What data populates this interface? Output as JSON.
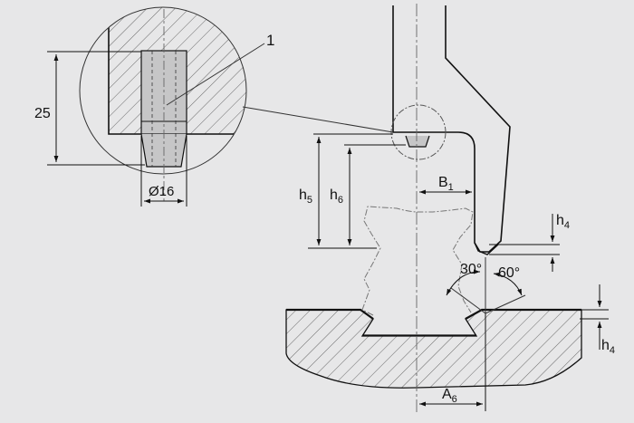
{
  "colors": {
    "background": "#e7e7e8",
    "line": "#111111",
    "leader": "#555555",
    "hatch": "#555555",
    "insert_fill": "#c6c6c7",
    "body_fill": "#e7e7e8"
  },
  "labels": {
    "callout_number": "1",
    "depth_value": "25",
    "diameter_value": "Ø16",
    "h5": {
      "base": "h",
      "sub": "5"
    },
    "h6": {
      "base": "h",
      "sub": "6"
    },
    "b1": {
      "base": "B",
      "sub": "1"
    },
    "h4_upper": {
      "base": "h",
      "sub": "4"
    },
    "h4_lower": {
      "base": "h",
      "sub": "4"
    },
    "a6": {
      "base": "A",
      "sub": "6"
    },
    "angle_30": "30°",
    "angle_60": "60°"
  }
}
